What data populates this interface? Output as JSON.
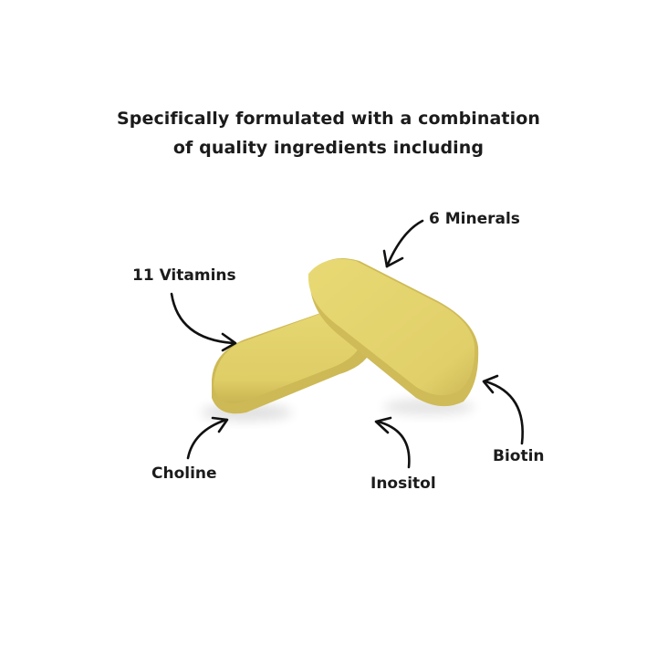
{
  "headline": {
    "line1": "Specifically formulated with a combination",
    "line2": "of quality ingredients including"
  },
  "ingredients": [
    {
      "label": "6 Minerals",
      "icon": "arrow-icon"
    },
    {
      "label": "11 Vitamins",
      "icon": "arrow-icon"
    },
    {
      "label": "Biotin",
      "icon": "arrow-icon"
    },
    {
      "label": "Choline",
      "icon": "arrow-icon"
    },
    {
      "label": "Inositol",
      "icon": "arrow-icon"
    }
  ],
  "colors": {
    "pill": "#e3d36a",
    "pill_shade": "#cdb955",
    "text": "#1b1b1b",
    "background": "#ffffff"
  }
}
